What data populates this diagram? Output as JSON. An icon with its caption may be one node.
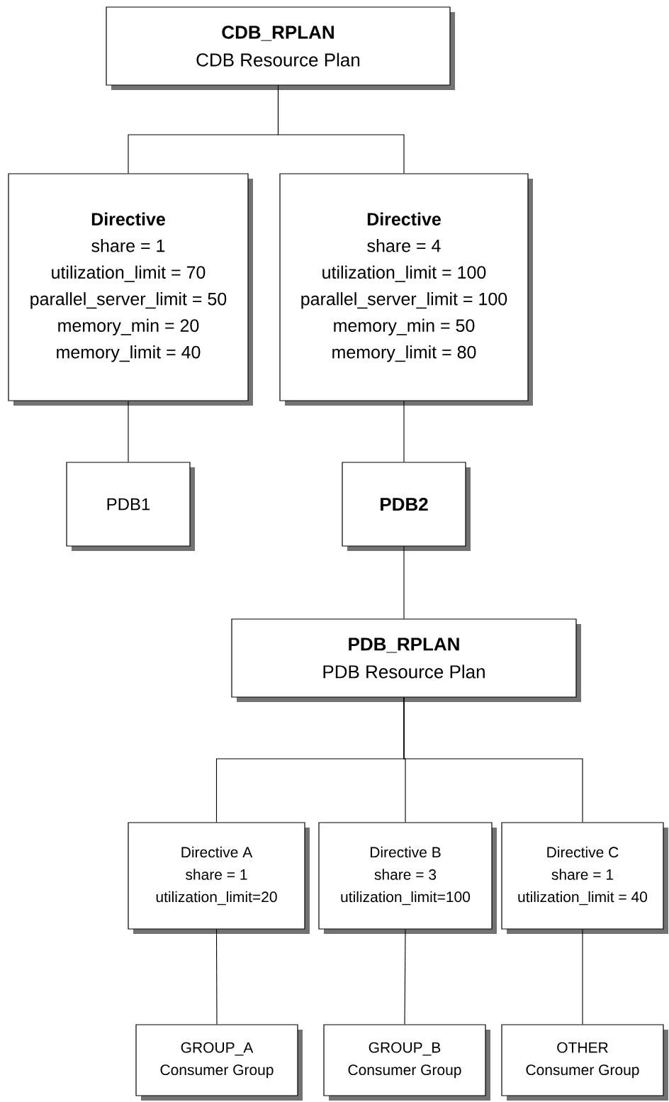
{
  "diagram": {
    "nodes": [
      {
        "text": [
          "CDB_RPLAN",
          "CDB Resource Plan"
        ]
      },
      {
        "text": [
          "Directive",
          "share = 1",
          "utilization_limit = 70",
          "parallel_server_limit = 50",
          "memory_min = 20",
          "memory_limit = 40"
        ]
      },
      {
        "text": [
          "Directive",
          "share = 4",
          "utilization_limit = 100",
          "parallel_server_limit = 100",
          "memory_min = 50",
          "memory_limit = 80"
        ]
      },
      {
        "text": [
          "PDB1"
        ]
      },
      {
        "text": [
          "PDB2"
        ]
      },
      {
        "text": [
          "PDB_RPLAN",
          "PDB Resource Plan"
        ]
      },
      {
        "text": [
          "Directive A",
          "share = 1",
          "utilization_limit=20"
        ]
      },
      {
        "text": [
          "Directive B",
          "share = 3",
          "utilization_limit=100"
        ]
      },
      {
        "text": [
          "Directive C",
          "share = 1",
          "utilization_limit = 40"
        ]
      },
      {
        "text": [
          "GROUP_A",
          "Consumer Group"
        ]
      },
      {
        "text": [
          "GROUP_B",
          "Consumer Group"
        ]
      },
      {
        "text": [
          "OTHER",
          "Consumer Group"
        ]
      }
    ],
    "edges": [
      {
        "from": 0,
        "to": 1,
        "arrow": "none"
      },
      {
        "from": 0,
        "to": 2,
        "arrow": "none"
      },
      {
        "from": 1,
        "to": 3,
        "arrow": "none"
      },
      {
        "from": 2,
        "to": 4,
        "arrow": "none"
      },
      {
        "from": 4,
        "to": 5,
        "arrow": "none"
      },
      {
        "from": 5,
        "to": 6,
        "arrow": "none"
      },
      {
        "from": 5,
        "to": 7,
        "arrow": "none"
      },
      {
        "from": 5,
        "to": 8,
        "arrow": "none"
      },
      {
        "from": 6,
        "to": 9,
        "arrow": "none"
      },
      {
        "from": 7,
        "to": 10,
        "arrow": "none"
      },
      {
        "from": 8,
        "to": 11,
        "arrow": "none"
      }
    ]
  }
}
